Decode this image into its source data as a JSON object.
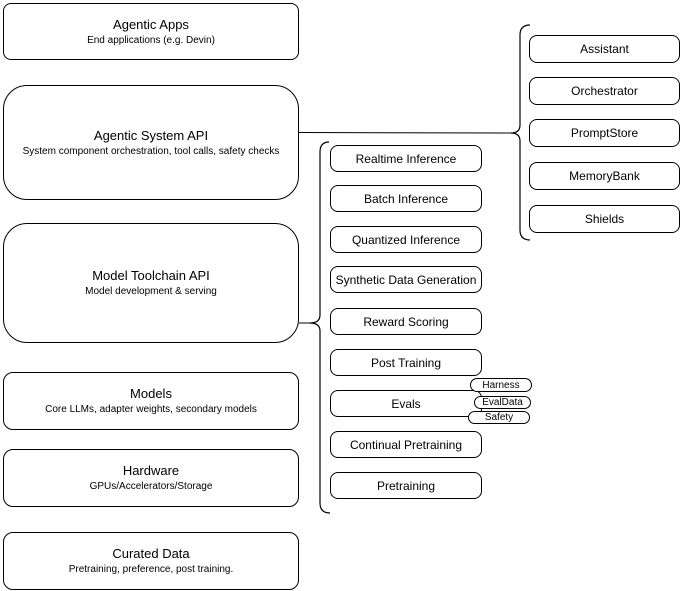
{
  "left_stack": {
    "items": [
      {
        "title": "Agentic Apps",
        "subtitle": "End applications (e.g. Devin)"
      },
      {
        "title": "Agentic System API",
        "subtitle": "System component orchestration, tool calls, safety checks"
      },
      {
        "title": "Model Toolchain API",
        "subtitle": "Model development & serving"
      },
      {
        "title": "Models",
        "subtitle": "Core LLMs, adapter weights, secondary models"
      },
      {
        "title": "Hardware",
        "subtitle": "GPUs/Accelerators/Storage"
      },
      {
        "title": "Curated Data",
        "subtitle": "Pretraining, preference, post training."
      }
    ]
  },
  "toolchain_group": {
    "items": [
      "Realtime Inference",
      "Batch Inference",
      "Quantized Inference",
      "Synthetic Data Generation",
      "Reward Scoring",
      "Post Training",
      "Evals",
      "Continual Pretraining",
      "Pretraining"
    ],
    "evals_tags": [
      "Harness",
      "EvalData",
      "Safety"
    ]
  },
  "system_group": {
    "items": [
      "Assistant",
      "Orchestrator",
      "PromptStore",
      "MemoryBank",
      "Shields"
    ]
  },
  "colors": {
    "stroke": "#000000",
    "fill": "#ffffff",
    "text": "#000000"
  }
}
